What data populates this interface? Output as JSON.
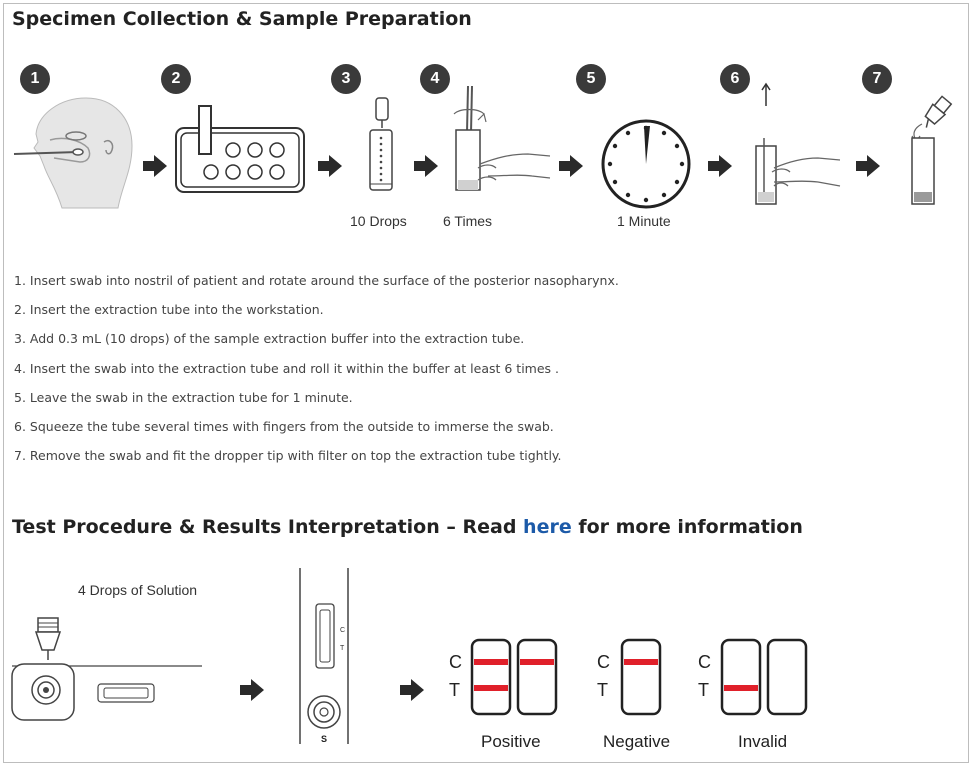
{
  "section1": {
    "title": "Specimen Collection & Sample Preparation",
    "step_numbers": [
      "1",
      "2",
      "3",
      "4",
      "5",
      "6",
      "7"
    ],
    "captions": {
      "step3": "10 Drops",
      "step4": "6 Times",
      "step5": "1 Minute"
    },
    "instructions": [
      "1. Insert swab into nostril of patient and rotate around the surface of the posterior nasopharynx.",
      "2. Insert the extraction tube into the workstation.",
      "3. Add 0.3 mL (10 drops) of the sample extraction buffer into the extraction tube.",
      "4. Insert the swab into the extraction tube and roll it within the buffer at least 6 times .",
      "5. Leave the swab in the extraction tube for 1 minute.",
      "6. Squeeze the tube several times with fingers from the outside to immerse the swab.",
      "7. Remove the swab and fit the dropper tip with filter on top the extraction tube tightly."
    ]
  },
  "section2": {
    "title_before": "Test Procedure & Results Interpretation – Read ",
    "title_link": "here",
    "title_after": " for more information",
    "drops_caption": "4 Drops of Solution",
    "cassette_label": "S",
    "line_labels": {
      "c": "C",
      "t": "T"
    },
    "results": {
      "positive": "Positive",
      "negative": "Negative",
      "invalid": "Invalid"
    },
    "line_color": "#e0202a"
  }
}
